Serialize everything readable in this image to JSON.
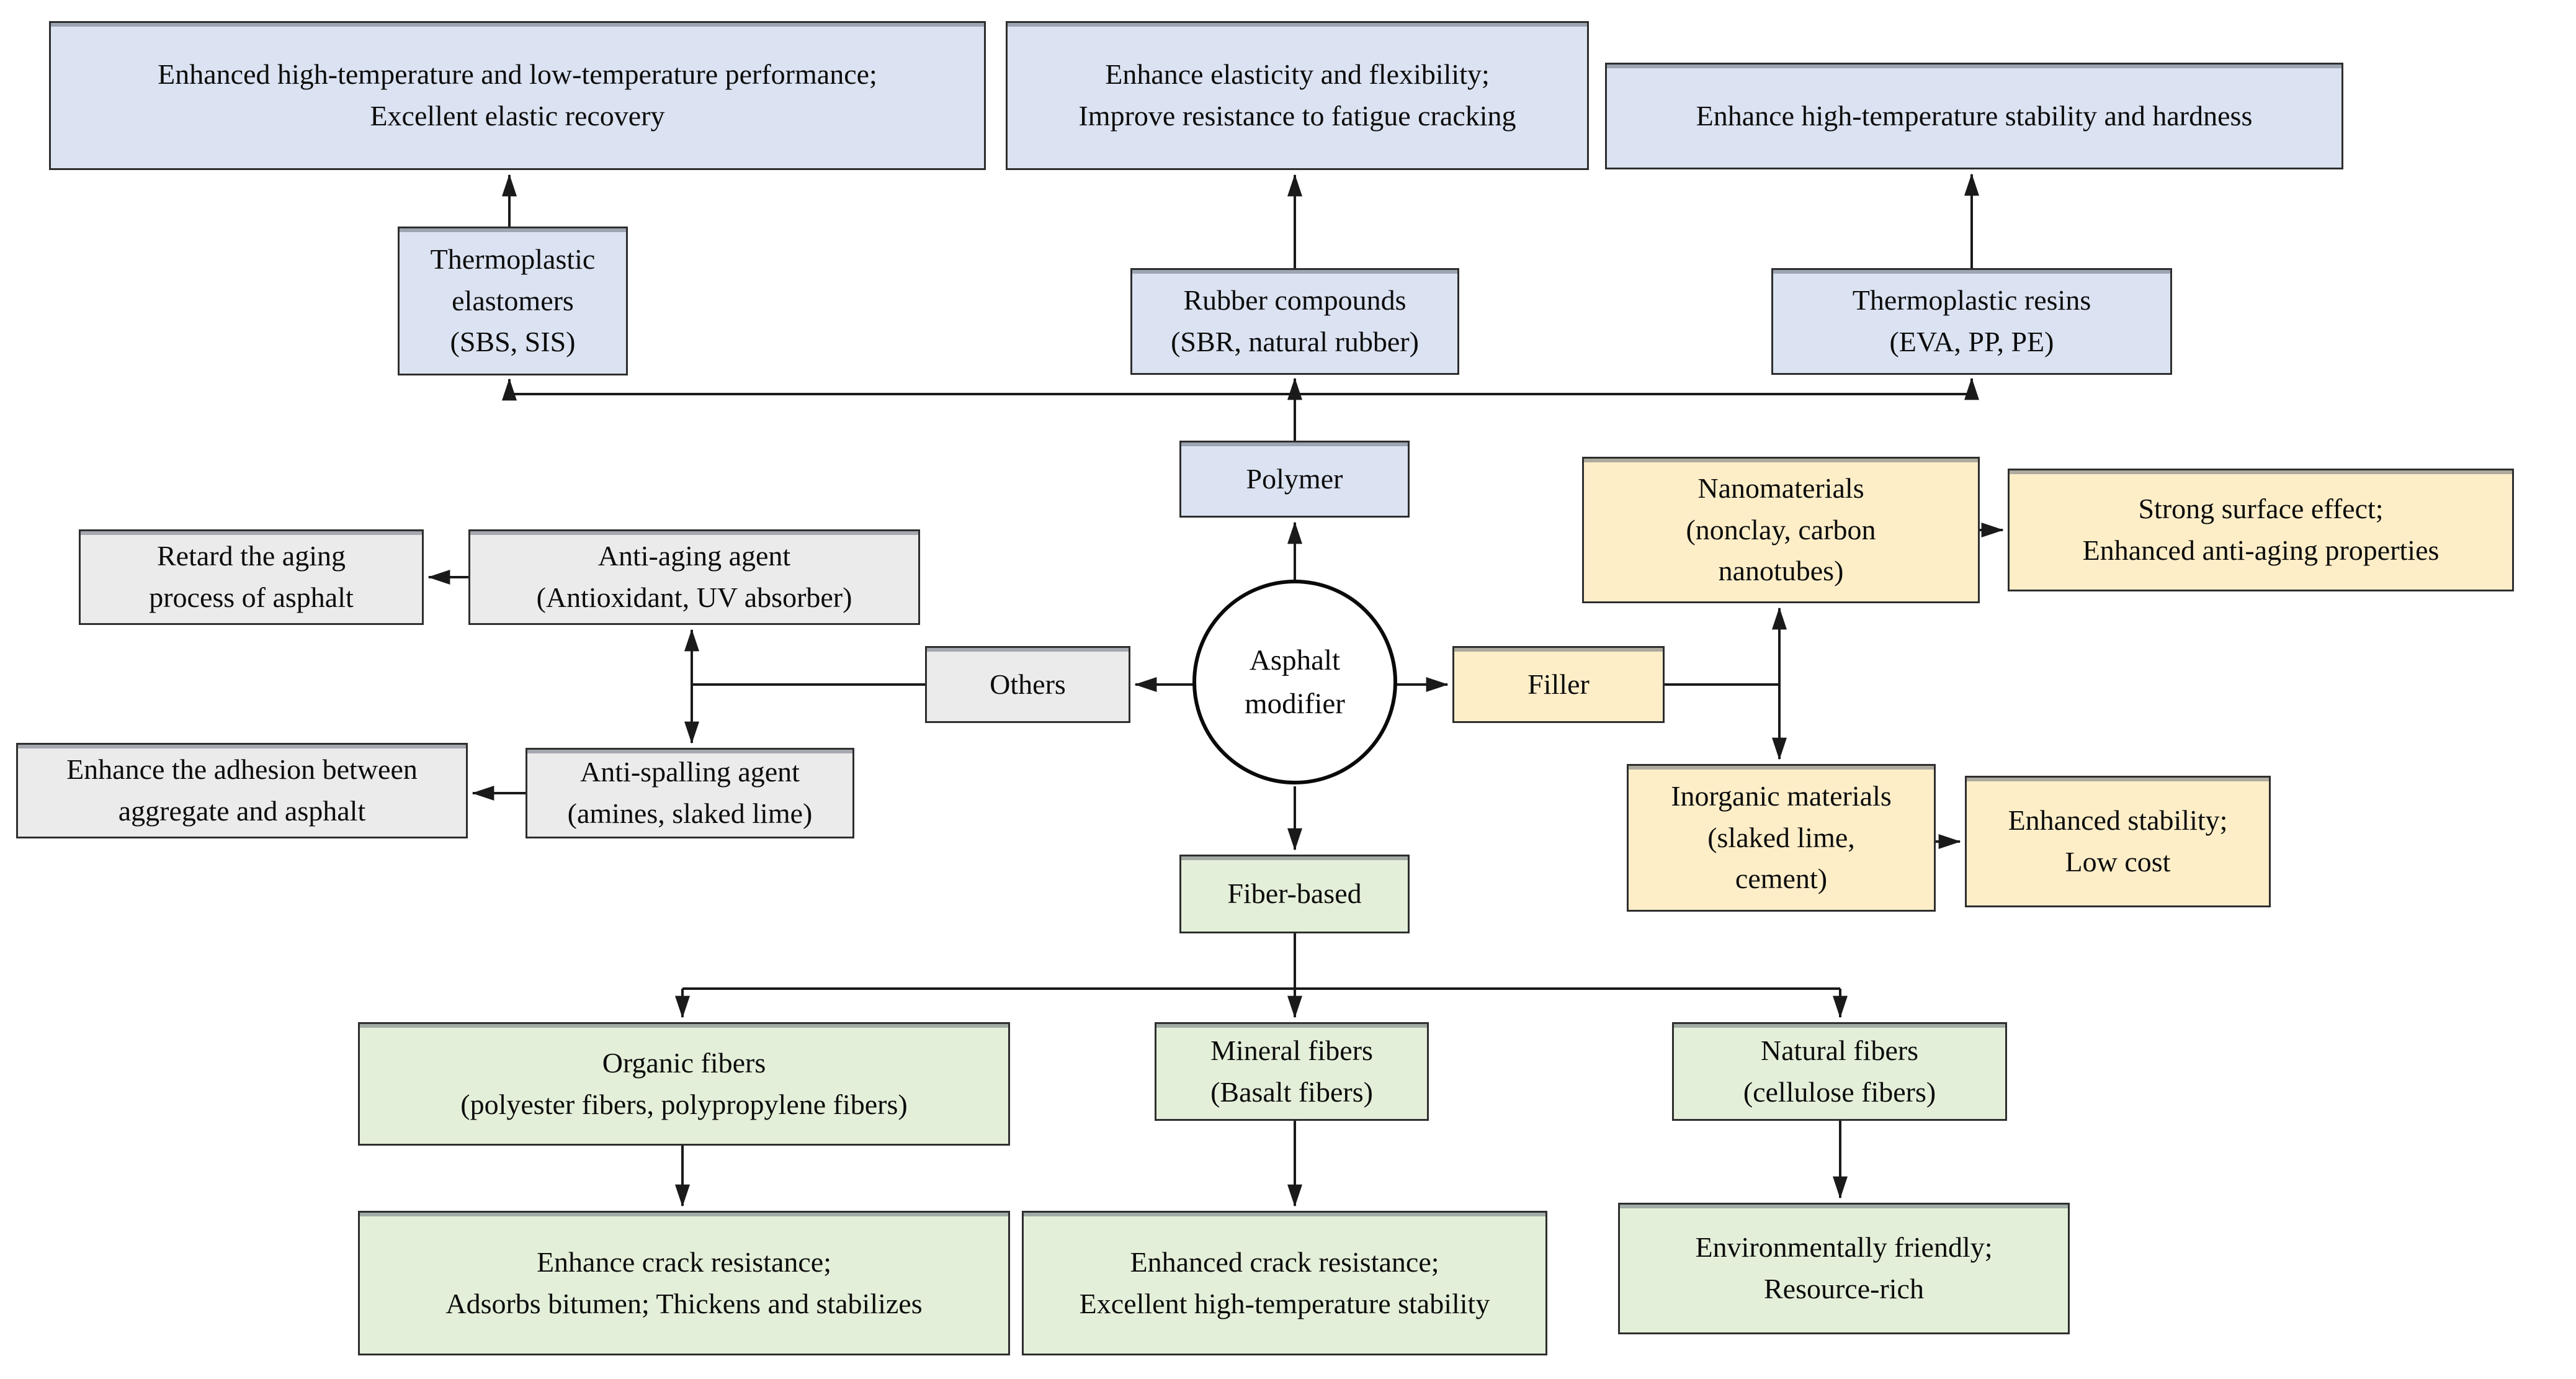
{
  "title": "Asphalt modifier classification diagram",
  "colors": {
    "polymer_fill": "#dbe2f1",
    "filler_fill": "#fdeec8",
    "fiber_fill": "#e4efd9",
    "others_fill": "#ebebeb",
    "background": "#ffffff",
    "border": "#2e2e2e",
    "line": "#1a1a1a"
  },
  "nodes": {
    "center": "Asphalt\nmodifier",
    "polymer": "Polymer",
    "others": "Others",
    "filler": "Filler",
    "fiber_based": "Fiber-based",
    "thermoplastic_elastomers": "Thermoplastic\nelastomers\n(SBS, SIS)",
    "rubber_compounds": "Rubber compounds\n(SBR, natural rubber)",
    "thermoplastic_resins": "Thermoplastic resins\n(EVA, PP, PE)",
    "tpe_benefit": "Enhanced high-temperature and low-temperature performance;\nExcellent elastic recovery",
    "rubber_benefit": "Enhance elasticity and flexibility;\nImprove resistance to fatigue cracking",
    "resin_benefit": "Enhance high-temperature stability and hardness",
    "anti_aging_agent": "Anti-aging agent\n(Antioxidant, UV absorber)",
    "anti_aging_benefit": "Retard the aging\nprocess of asphalt",
    "anti_spalling_agent": "Anti-spalling agent\n(amines, slaked lime)",
    "anti_spalling_benefit": "Enhance the adhesion between\naggregate and asphalt",
    "nanomaterials": "Nanomaterials\n(nonclay, carbon\nnanotubes)",
    "nanomaterials_benefit": "Strong surface effect;\nEnhanced anti-aging properties",
    "inorganic_materials": "Inorganic materials\n(slaked lime,\ncement)",
    "inorganic_benefit": "Enhanced stability;\nLow cost",
    "organic_fibers": "Organic fibers\n(polyester fibers, polypropylene fibers)",
    "mineral_fibers": "Mineral fibers\n(Basalt fibers)",
    "natural_fibers": "Natural fibers\n(cellulose fibers)",
    "organic_benefit": "Enhance crack resistance;\nAdsorbs bitumen; Thickens and stabilizes",
    "mineral_benefit": "Enhanced crack resistance;\nExcellent high-temperature stability",
    "natural_benefit": "Environmentally friendly;\nResource-rich"
  }
}
